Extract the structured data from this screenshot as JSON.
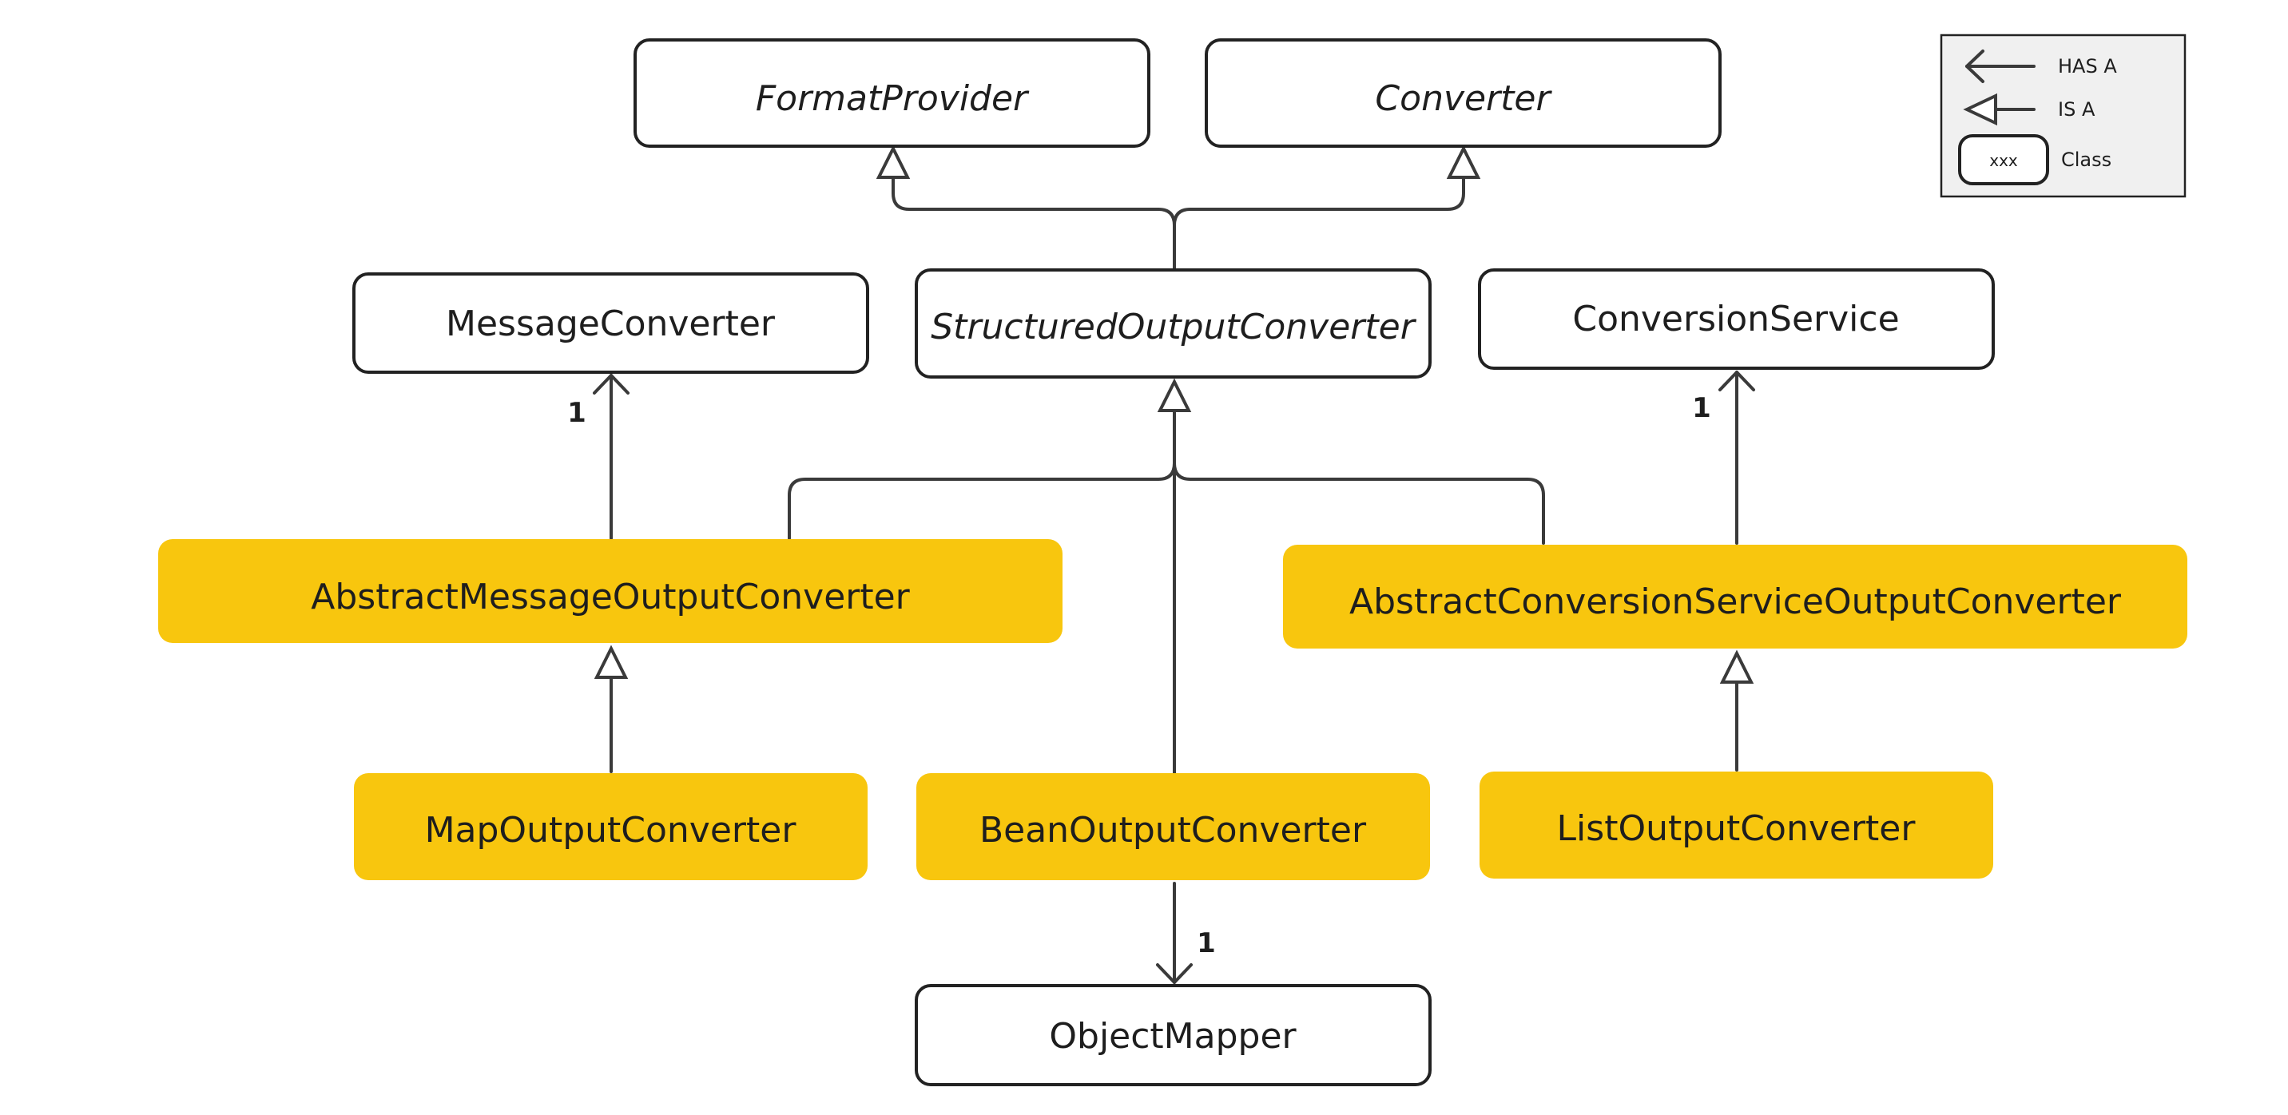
{
  "colors": {
    "abstract_fill": "#ffffff",
    "concrete_fill": "#f8c60e",
    "stroke": "#222222",
    "edge": "#3a3a3a",
    "legend_bg": "#f0f0f0"
  },
  "nodes": {
    "format_provider": "FormatProvider",
    "converter": "Converter",
    "message_converter": "MessageConverter",
    "structured_output_converter": "StructuredOutputConverter",
    "conversion_service": "ConversionService",
    "abstract_message_output_converter": "AbstractMessageOutputConverter",
    "abstract_conversion_service_output_converter": "AbstractConversionServiceOutputConverter",
    "map_output_converter": "MapOutputConverter",
    "bean_output_converter": "BeanOutputConverter",
    "list_output_converter": "ListOutputConverter",
    "object_mapper": "ObjectMapper"
  },
  "multiplicities": {
    "message_converter": "1",
    "conversion_service": "1",
    "object_mapper": "1"
  },
  "legend": {
    "has_a": "HAS A",
    "is_a": "IS A",
    "class_sample": "xxx",
    "class_label": "Class"
  }
}
